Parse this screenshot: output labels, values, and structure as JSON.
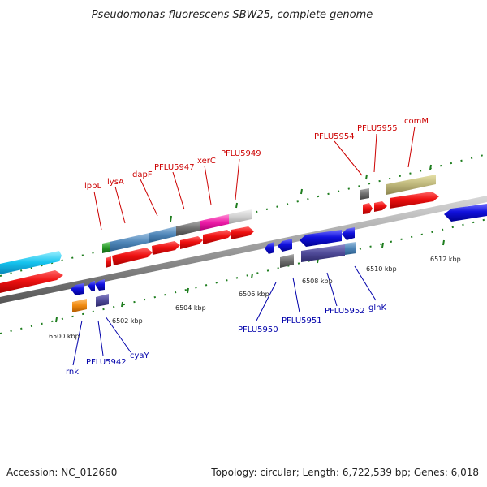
{
  "title": "Pseudomonas fluorescens SBW25, complete genome",
  "footer": {
    "accession": "Accession: NC_012660",
    "topology": "Topology: circular; Length: 6,722,539 bp; Genes: 6,018"
  },
  "colors": {
    "forward_label": "#cc0000",
    "reverse_label": "#0000aa",
    "red_arrow": "#ee1111",
    "blue_arrow": "#1111dd",
    "tick": "#1e7d1e",
    "backbone": "#8a8a8a"
  },
  "scale_labels": [
    "6500 kbp",
    "6502 kbp",
    "6504 kbp",
    "6506 kbp",
    "6508 kbp",
    "6510 kbp",
    "6512 kbp"
  ],
  "forward_genes": [
    "lppL",
    "lysA",
    "dapF",
    "PFLU5947",
    "xerC",
    "PFLU5949",
    "PFLU5954",
    "PFLU5955",
    "comM"
  ],
  "reverse_genes": [
    "rnk",
    "PFLU5942",
    "cyaY",
    "PFLU5950",
    "PFLU5951",
    "PFLU5952",
    "glnK"
  ]
}
